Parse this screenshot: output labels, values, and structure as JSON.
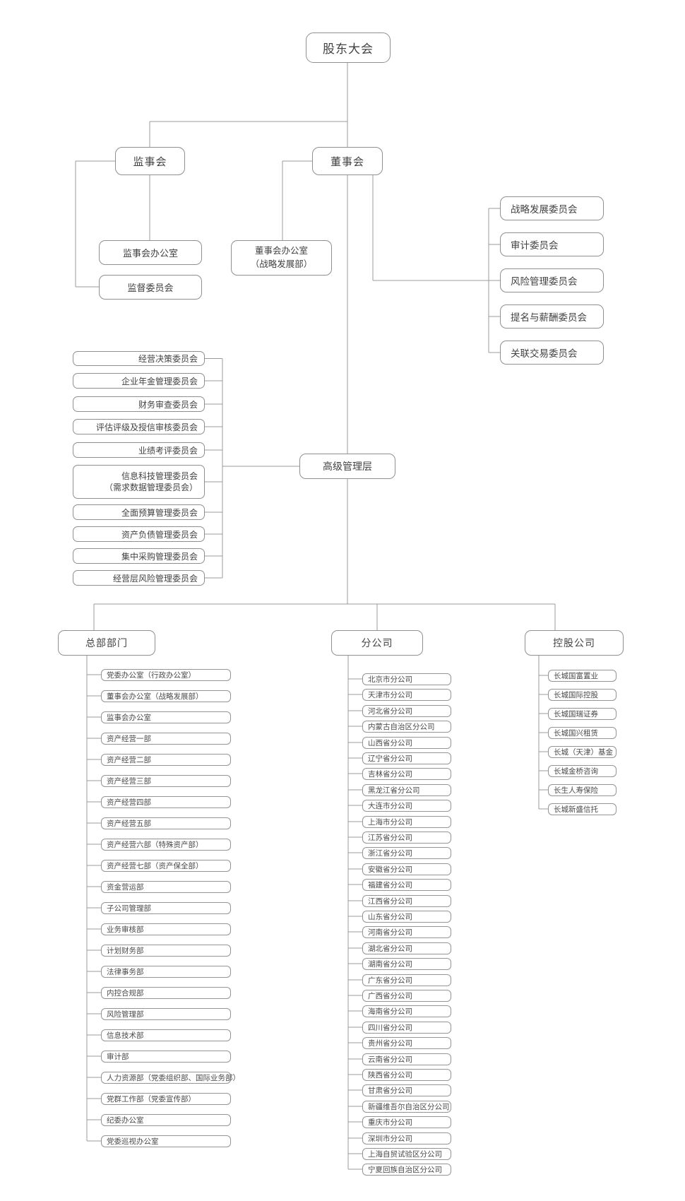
{
  "nodes": {
    "shareholders_meeting": "股东大会",
    "supervisory_board": "监事会",
    "board_of_directors": "董事会",
    "supervisory_board_office": "监事会办公室",
    "supervision_committee": "监督委员会",
    "board_office": "董事会办公室\n（战略发展部）",
    "senior_management": "高级管理层"
  },
  "board_committees": [
    "战略发展委员会",
    "审计委员会",
    "风险管理委员会",
    "提名与薪酬委员会",
    "关联交易委员会"
  ],
  "management_committees": [
    "经营决策委员会",
    "企业年金管理委员会",
    "财务审查委员会",
    "评估评级及授信审核委员会",
    "业绩考评委员会",
    "信息科技管理委员会\n（需求数据管理委员会）",
    "全面预算管理委员会",
    "资产负债管理委员会",
    "集中采购管理委员会",
    "经营层风险管理委员会"
  ],
  "branches": [
    {
      "title": "总部部门",
      "items": [
        "党委办公室（行政办公室）",
        "董事会办公室（战略发展部）",
        "监事会办公室",
        "资产经营一部",
        "资产经营二部",
        "资产经营三部",
        "资产经营四部",
        "资产经营五部",
        "资产经营六部（特殊资产部）",
        "资产经营七部（资产保全部）",
        "资金营运部",
        "子公司管理部",
        "业务审核部",
        "计划财务部",
        "法律事务部",
        "内控合规部",
        "风险管理部",
        "信息技术部",
        "审计部",
        "人力资源部（党委组织部、国际业务部）",
        "党群工作部（党委宣传部）",
        "纪委办公室",
        "党委巡视办公室"
      ]
    },
    {
      "title": "分公司",
      "items": [
        "北京市分公司",
        "天津市分公司",
        "河北省分公司",
        "内蒙古自治区分公司",
        "山西省分公司",
        "辽宁省分公司",
        "吉林省分公司",
        "黑龙江省分公司",
        "大连市分公司",
        "上海市分公司",
        "江苏省分公司",
        "浙江省分公司",
        "安徽省分公司",
        "福建省分公司",
        "江西省分公司",
        "山东省分公司",
        "河南省分公司",
        "湖北省分公司",
        "湖南省分公司",
        "广东省分公司",
        "广西省分公司",
        "海南省分公司",
        "四川省分公司",
        "贵州省分公司",
        "云南省分公司",
        "陕西省分公司",
        "甘肃省分公司",
        "新疆维吾尔自治区分公司",
        "重庆市分公司",
        "深圳市分公司",
        "上海自贸试验区分公司",
        "宁夏回族自治区分公司"
      ]
    },
    {
      "title": "控股公司",
      "items": [
        "长城国富置业",
        "长城国际控股",
        "长城国瑞证券",
        "长城国兴租赁",
        "长城（天津）基金",
        "长城金桥咨询",
        "长生人寿保险",
        "长城新盛信托"
      ]
    }
  ],
  "colors": {
    "line": "#9b9b9b",
    "border": "#8f8f8f",
    "text": "#424242",
    "background": "#ffffff"
  }
}
